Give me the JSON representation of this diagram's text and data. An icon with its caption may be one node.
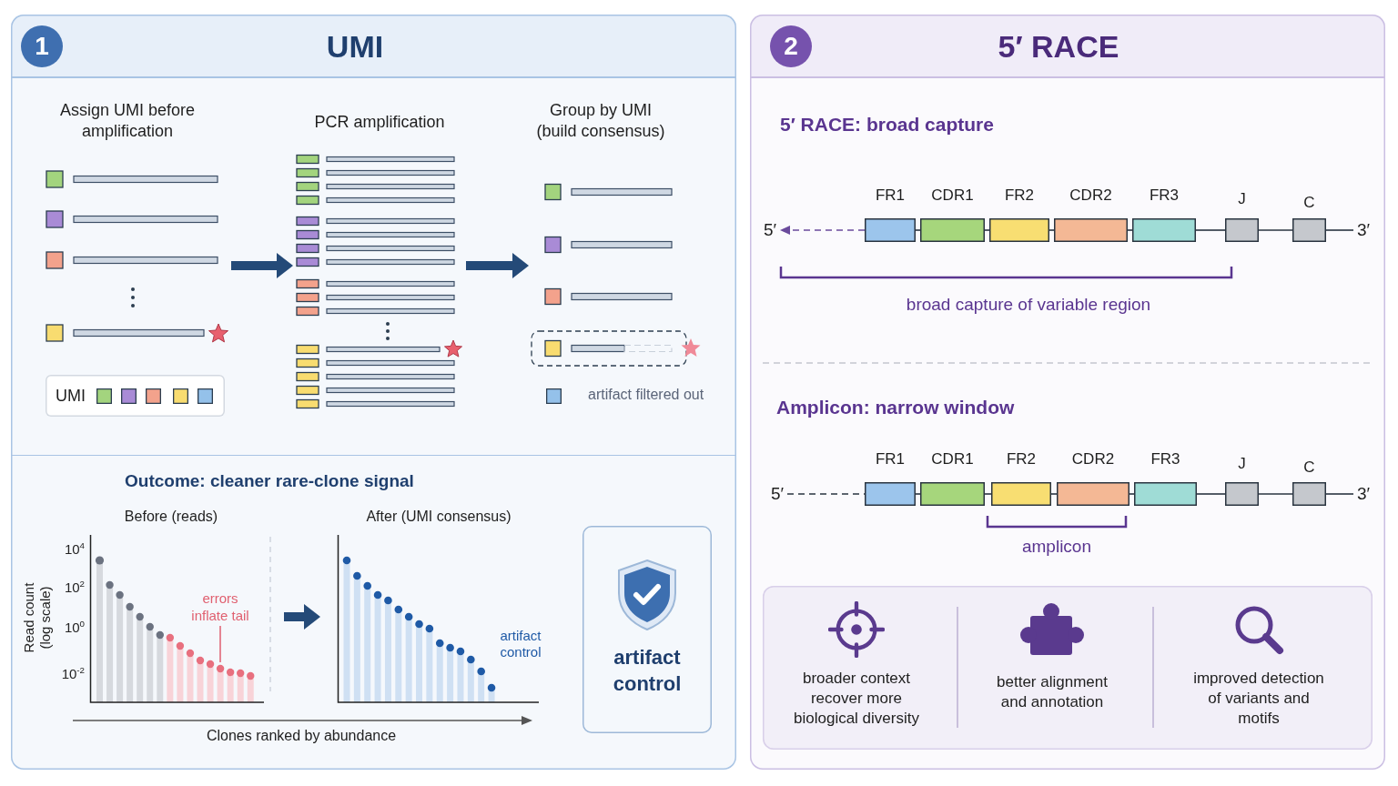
{
  "diagram": {
    "nodes": [
      {
        "text": [
          "UMI"
        ]
      },
      {
        "text": [
          "1"
        ],
        "in": 0
      },
      {
        "text": [
          "Assign UMI before amplification"
        ],
        "in": 0
      },
      {
        "text": [
          "PCR amplification"
        ],
        "in": 0
      },
      {
        "text": [
          "Group by UMI (build consensus)"
        ],
        "in": 0
      },
      {
        "text": [
          "UMI"
        ],
        "in": 0
      },
      {
        "text": [
          "Before (reads)"
        ],
        "in": 0
      },
      {
        "text": [
          "errors inflate tail"
        ],
        "in": 6
      },
      {
        "text": [
          "After (UMI consensus)"
        ],
        "in": 0
      },
      {
        "text": [
          "artifact control"
        ],
        "in": 0
      },
      {
        "text": [
          "5′ RACE"
        ]
      },
      {
        "text": [
          "2"
        ],
        "in": 10
      },
      {
        "text": [
          "5′"
        ],
        "in": 10
      },
      {
        "text": [
          "FR1"
        ],
        "in": 10
      },
      {
        "text": [
          "CDR1"
        ],
        "in": 10
      },
      {
        "text": [
          "FR2"
        ],
        "in": 10
      },
      {
        "text": [
          "CDR2"
        ],
        "in": 10
      },
      {
        "text": [
          "FR3"
        ],
        "in": 10
      },
      {
        "text": [
          "J"
        ],
        "in": 10
      },
      {
        "text": [
          "C"
        ],
        "in": 10
      },
      {
        "text": [
          "3′"
        ],
        "in": 10
      },
      {
        "text": [
          "5′"
        ],
        "in": 10
      },
      {
        "text": [
          "FR1"
        ],
        "in": 10
      },
      {
        "text": [
          "CDR1"
        ],
        "in": 10
      },
      {
        "text": [
          "FR2"
        ],
        "in": 10
      },
      {
        "text": [
          "CDR2"
        ],
        "in": 10
      },
      {
        "text": [
          "FR3"
        ],
        "in": 10
      },
      {
        "text": [
          "J"
        ],
        "in": 10
      },
      {
        "text": [
          "C"
        ],
        "in": 10
      },
      {
        "text": [
          "3′"
        ],
        "in": 10
      },
      {
        "text": [],
        "shape": "box",
        "in": 10
      },
      {
        "text": [
          "broader context recover more biological diversity"
        ],
        "in": 30
      },
      {
        "text": [
          "better alignment and annotation"
        ],
        "in": 30
      },
      {
        "text": [
          "improved detection of variants and motifs"
        ],
        "in": 30
      }
    ],
    "edges": [
      {
        "from": 2,
        "to": 3,
        "arrow": "to",
        "style": "thick",
        "color": "#244a78"
      },
      {
        "from": 3,
        "to": 4,
        "arrow": "to",
        "style": "thick",
        "color": "#244a78"
      },
      {
        "from": 6,
        "to": 8,
        "arrow": "to",
        "style": "thick",
        "color": "#244a78"
      },
      {
        "from": 7,
        "to": null,
        "arrow": "none",
        "color": "#e06878"
      },
      {
        "from": 13,
        "to": 12,
        "arrow": "to",
        "style": "dashed",
        "color": "#6a4a9c"
      },
      {
        "from": 13,
        "to": 14,
        "arrow": "none"
      },
      {
        "from": 14,
        "to": 15,
        "arrow": "none"
      },
      {
        "from": 15,
        "to": 16,
        "arrow": "none"
      },
      {
        "from": 16,
        "to": 17,
        "arrow": "none"
      },
      {
        "from": 17,
        "to": 18,
        "arrow": "none"
      },
      {
        "from": 18,
        "to": 19,
        "arrow": "none"
      },
      {
        "from": 19,
        "to": 20,
        "arrow": "none"
      },
      {
        "from": 21,
        "to": 22,
        "arrow": "none",
        "style": "dashed"
      },
      {
        "from": 22,
        "to": 23,
        "arrow": "none"
      },
      {
        "from": 23,
        "to": 24,
        "arrow": "none"
      },
      {
        "from": 24,
        "to": 25,
        "arrow": "none"
      },
      {
        "from": 25,
        "to": 26,
        "arrow": "none"
      },
      {
        "from": 26,
        "to": 27,
        "arrow": "none"
      },
      {
        "from": 27,
        "to": 28,
        "arrow": "none"
      },
      {
        "from": 28,
        "to": 29,
        "arrow": "none"
      }
    ],
    "labels": [
      "artifact filtered out",
      "Outcome: cleaner rare-clone signal",
      "Read count (log scale)",
      "10$^{4}$",
      "10$^{2}$",
      "10$^{0}$",
      "10$^{-2}$",
      "artifact control",
      "Clones ranked by abundance",
      "5′ RACE: broad capture",
      "broad capture of variable region",
      "Amplicon: narrow window",
      "amplicon"
    ]
  }
}
